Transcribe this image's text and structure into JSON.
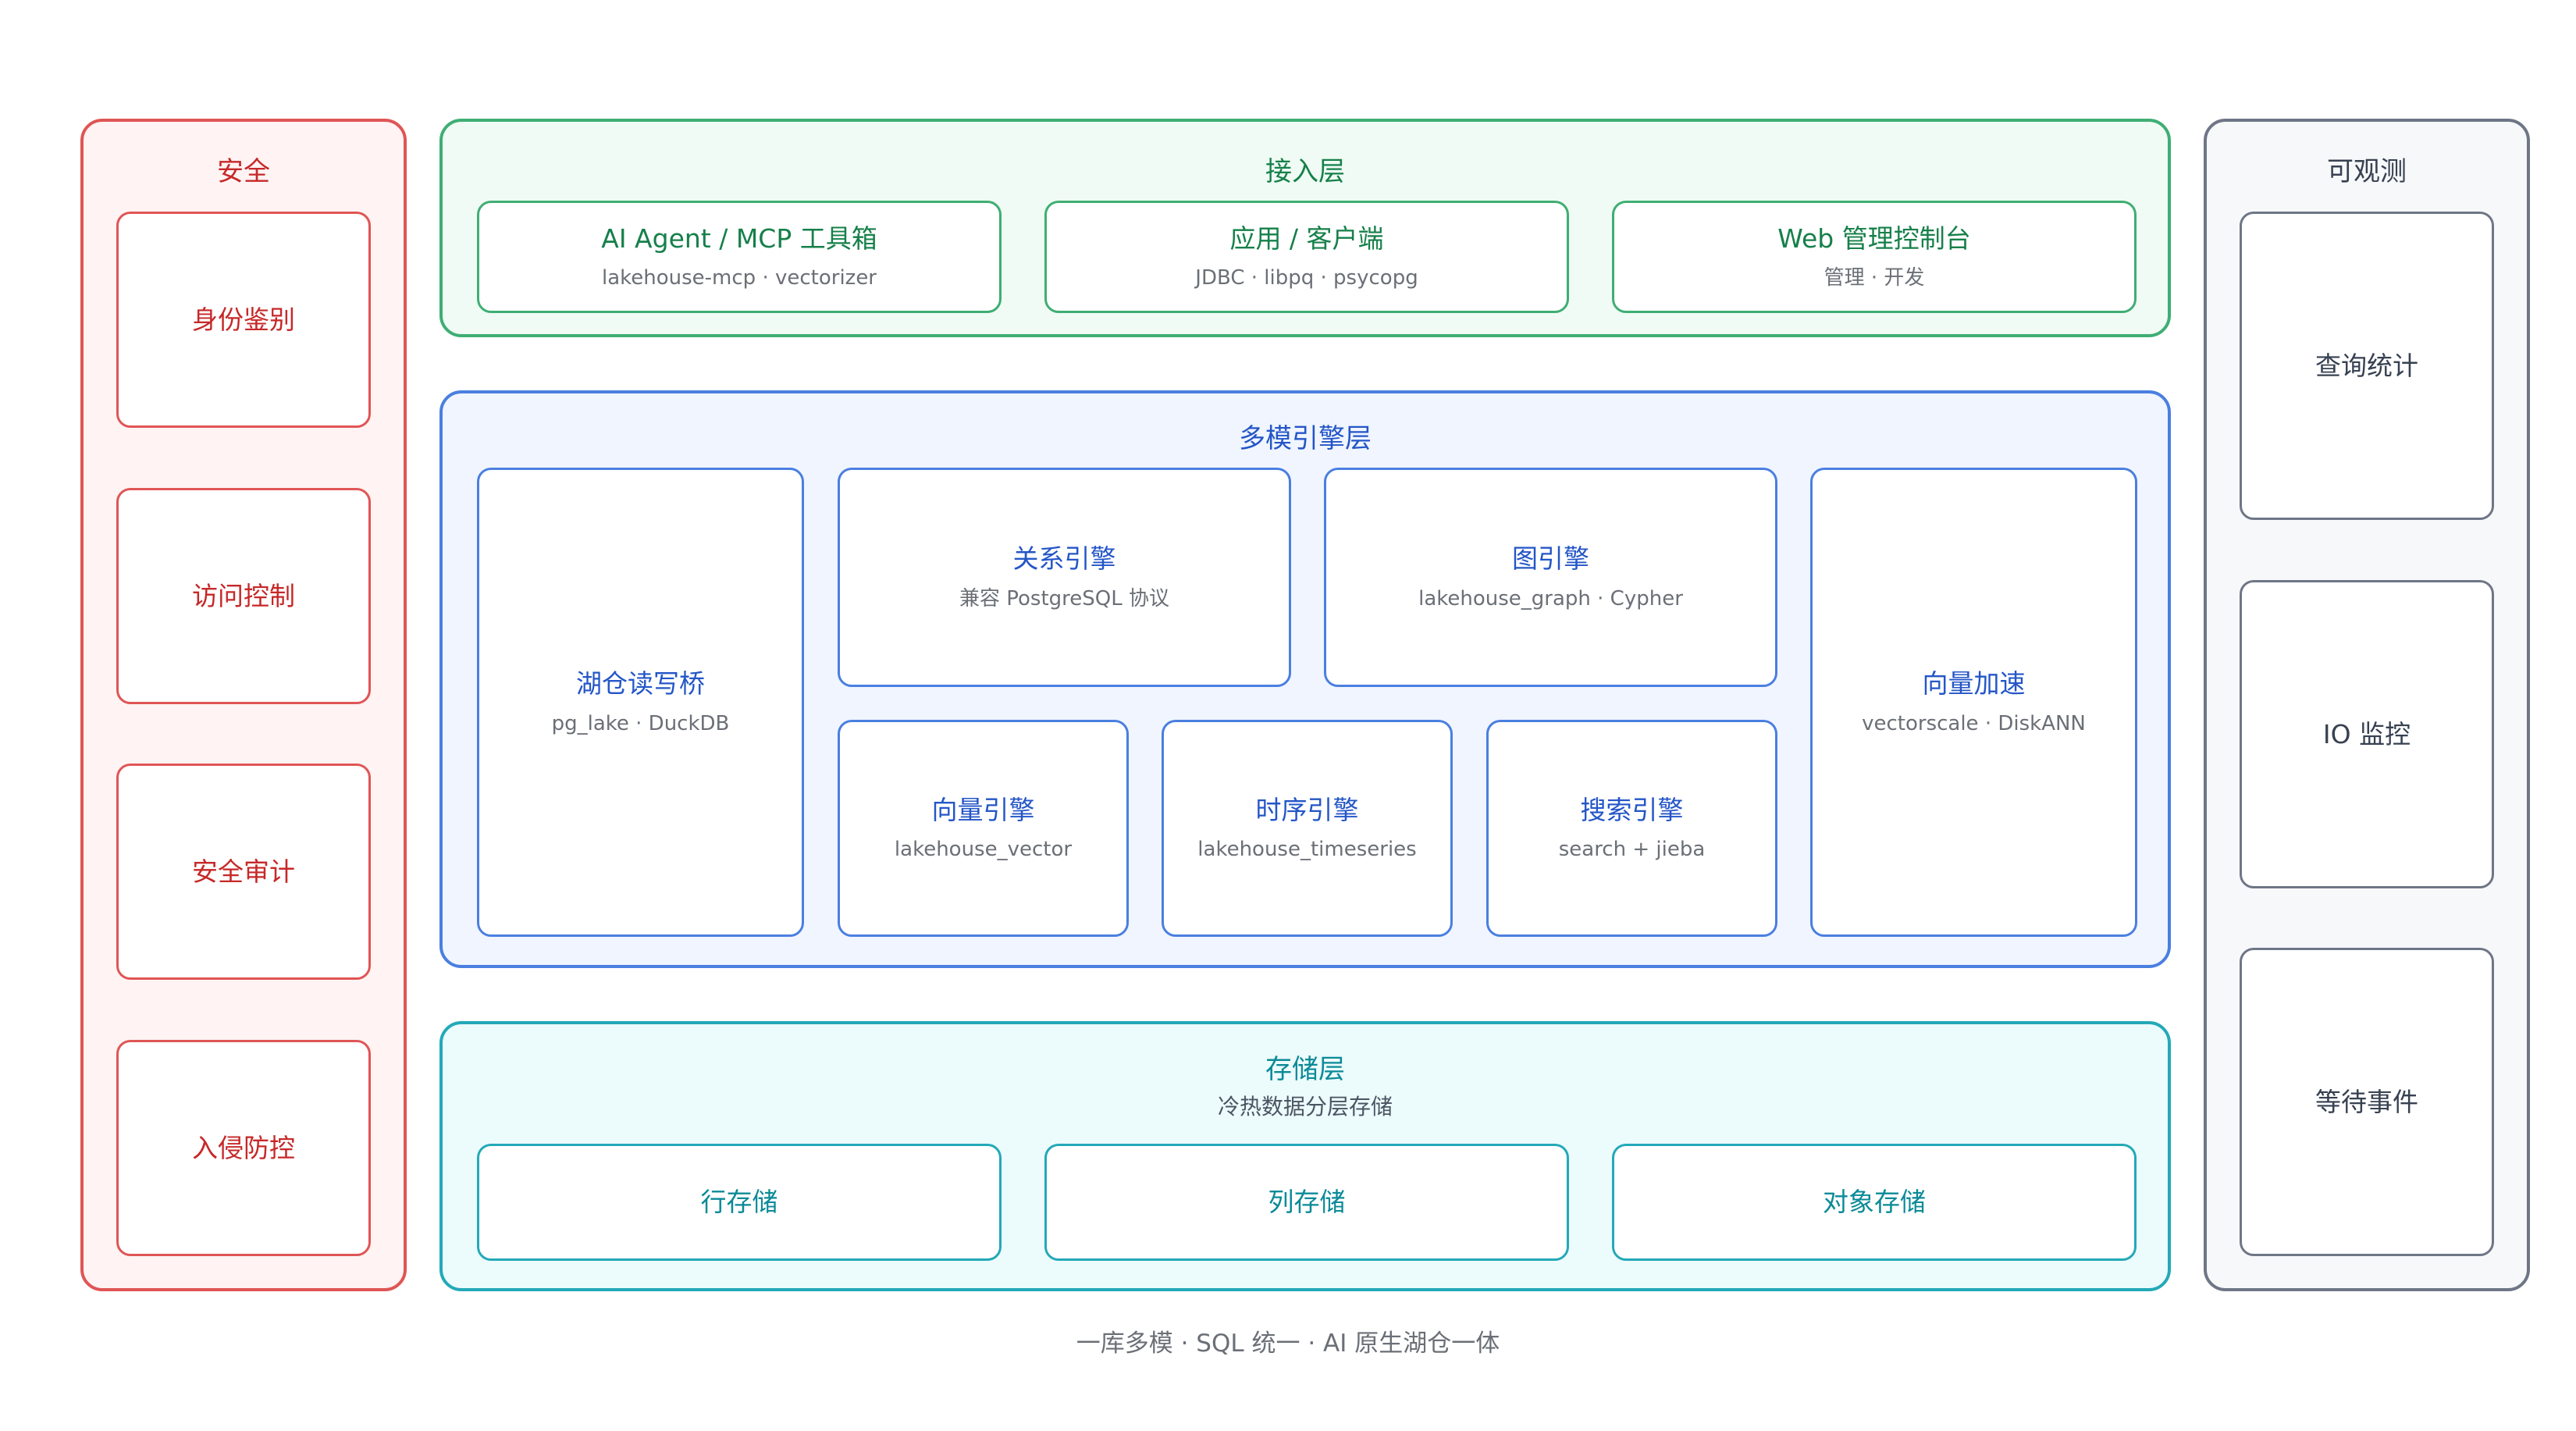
{
  "security": {
    "title": "安全",
    "items": [
      "身份鉴别",
      "访问控制",
      "安全审计",
      "入侵防控"
    ]
  },
  "access_layer": {
    "title": "接入层",
    "cards": [
      {
        "title": "AI Agent / MCP 工具箱",
        "subtitle": "lakehouse-mcp · vectorizer"
      },
      {
        "title": "应用 / 客户端",
        "subtitle": "JDBC · libpq · psycopg"
      },
      {
        "title": "Web 管理控制台",
        "subtitle": "管理 · 开发"
      }
    ]
  },
  "engine_layer": {
    "title": "多模引擎层",
    "bridge": {
      "title": "湖仓读写桥",
      "subtitle": "pg_lake · DuckDB"
    },
    "relational": {
      "title": "关系引擎",
      "subtitle": "兼容 PostgreSQL 协议"
    },
    "graph": {
      "title": "图引擎",
      "subtitle": "lakehouse_graph · Cypher"
    },
    "vector": {
      "title": "向量引擎",
      "subtitle": "lakehouse_vector"
    },
    "timeseries": {
      "title": "时序引擎",
      "subtitle": "lakehouse_timeseries"
    },
    "search": {
      "title": "搜索引擎",
      "subtitle": "search + jieba"
    },
    "vector_accel": {
      "title": "向量加速",
      "subtitle": "vectorscale · DiskANN"
    }
  },
  "storage_layer": {
    "title": "存储层",
    "subtitle": "冷热数据分层存储",
    "items": [
      "行存储",
      "列存储",
      "对象存储"
    ]
  },
  "observability": {
    "title": "可观测",
    "items": [
      "查询统计",
      "IO 监控",
      "等待事件"
    ]
  },
  "footer": "一库多模 · SQL 统一 · AI 原生湖仓一体"
}
